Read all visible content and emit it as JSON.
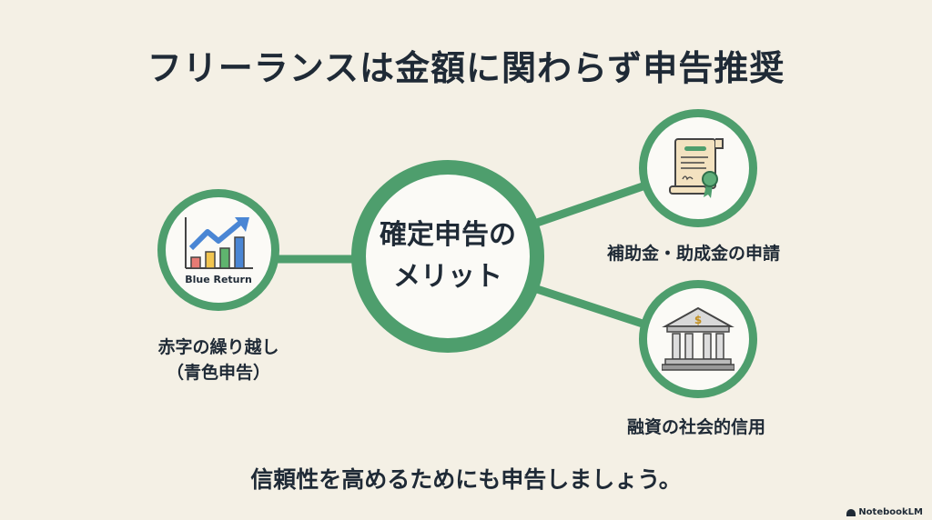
{
  "title": "フリーランスは金額に関わらず申告推奨",
  "center": {
    "line1": "確定申告の",
    "line2": "メリット"
  },
  "nodes": {
    "left": {
      "icon": "chart-icon",
      "icon_caption": "Blue Return",
      "label_line1": "赤字の繰り越し",
      "label_line2": "（青色申告）"
    },
    "top_right": {
      "icon": "certificate-icon",
      "label": "補助金・助成金の申請"
    },
    "bottom_right": {
      "icon": "bank-icon",
      "icon_symbol": "$",
      "label": "融資の社会的信用"
    }
  },
  "footer": "信頼性を高めるためにも申告しましょう。",
  "brand": "NotebookLM",
  "colors": {
    "accent": "#4e9e6d",
    "background": "#f4f0e5",
    "text": "#1f2a36"
  }
}
